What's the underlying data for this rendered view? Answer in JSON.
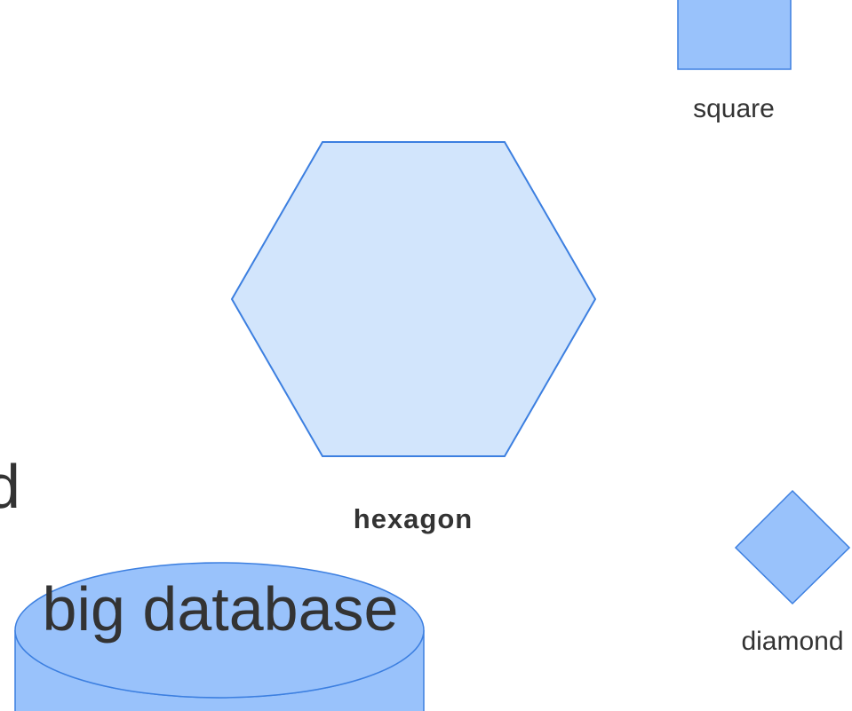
{
  "diagram": {
    "nodes": [
      {
        "id": "square",
        "shape": "square",
        "label": "square",
        "fill": "#99c2fb",
        "stroke": "#3c7fe0"
      },
      {
        "id": "hexagon",
        "shape": "hexagon",
        "label": "hexagon",
        "fill": "#d2e5fc",
        "stroke": "#3c7fe0"
      },
      {
        "id": "diamond",
        "shape": "diamond",
        "label": "diamond",
        "fill": "#99c2fb",
        "stroke": "#3c7fe0"
      },
      {
        "id": "big-database",
        "shape": "cylinder",
        "label": "big database",
        "fill": "#99c2fb",
        "stroke": "#3c7fe0"
      }
    ],
    "partial_text": "d",
    "text_color": "#333333"
  }
}
